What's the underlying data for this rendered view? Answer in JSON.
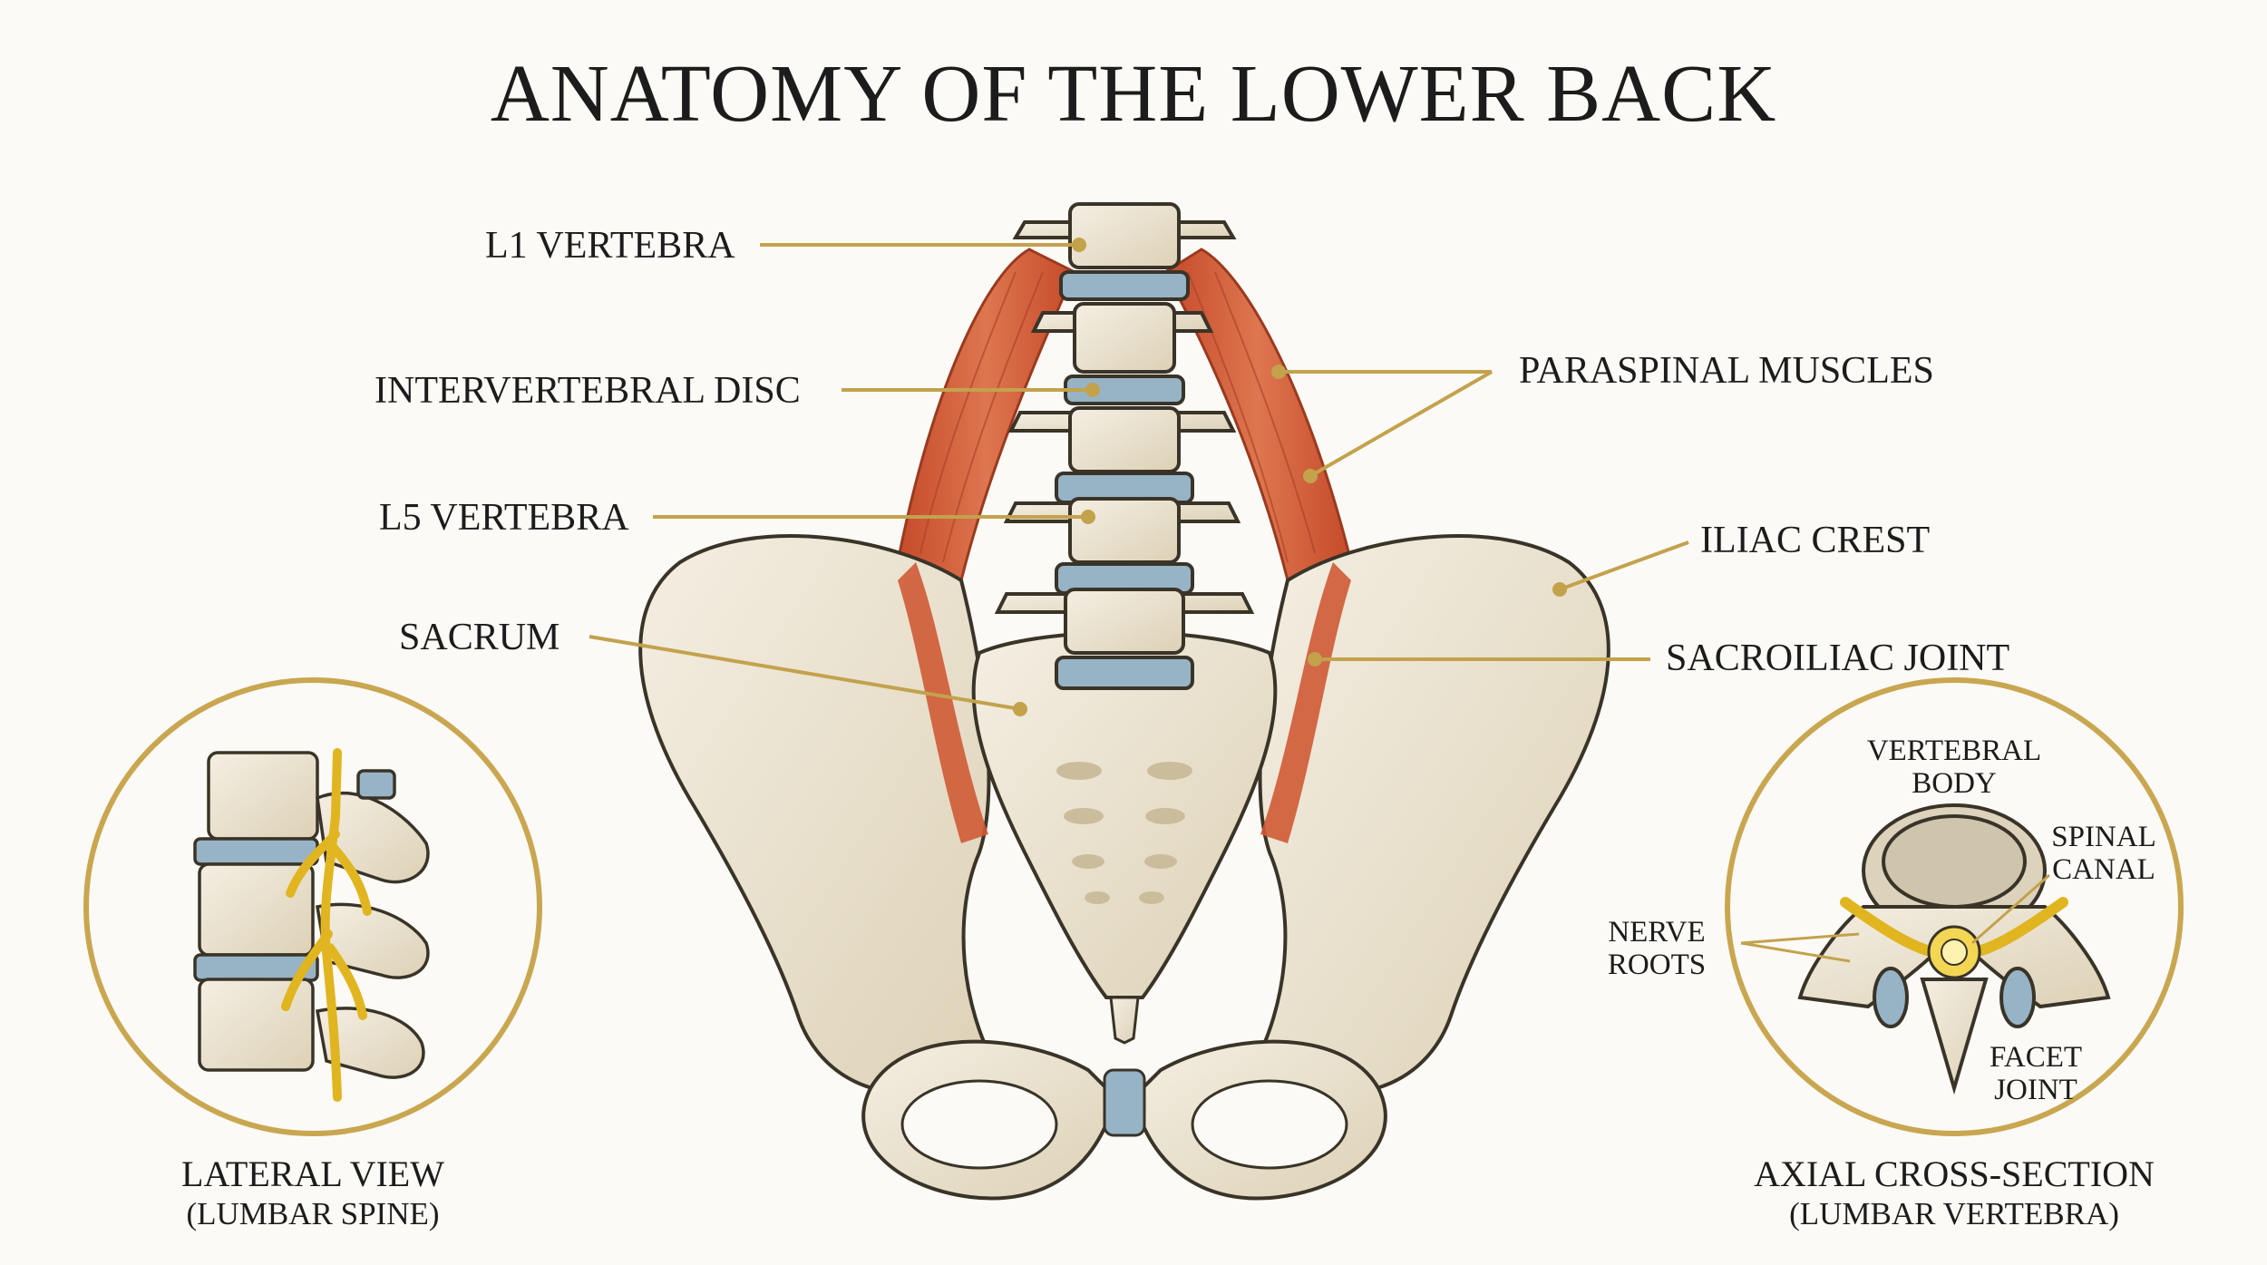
{
  "title": "ANATOMY OF THE LOWER BACK",
  "labels": {
    "l1_vertebra": "L1 VERTEBRA",
    "intervertebral_disc": "INTERVERTEBRAL DISC",
    "l5_vertebra": "L5 VERTEBRA",
    "sacrum": "SACRUM",
    "paraspinal_muscles": "PARASPINAL MUSCLES",
    "iliac_crest": "ILIAC CREST",
    "sacroiliac_joint": "SACROILIAC JOINT"
  },
  "inset_left": {
    "caption_line1": "LATERAL VIEW",
    "caption_line2": "(LUMBAR SPINE)"
  },
  "inset_right": {
    "caption_line1": "AXIAL CROSS-SECTION",
    "caption_line2": "(LUMBAR VERTEBRA)",
    "vertebral_body_1": "VERTEBRAL",
    "vertebral_body_2": "BODY",
    "spinal_canal_1": "SPINAL",
    "spinal_canal_2": "CANAL",
    "nerve_roots_1": "NERVE",
    "nerve_roots_2": "ROOTS",
    "facet_joint_1": "FACET",
    "facet_joint_2": "JOINT"
  },
  "colors": {
    "bone": "#eae2cf",
    "bone_shadow": "#cdbfa0",
    "disc": "#97b3c6",
    "muscle": "#cf5a35",
    "nerve": "#ebc72b",
    "leader": "#c3a24c",
    "ring": "#c9a650"
  }
}
